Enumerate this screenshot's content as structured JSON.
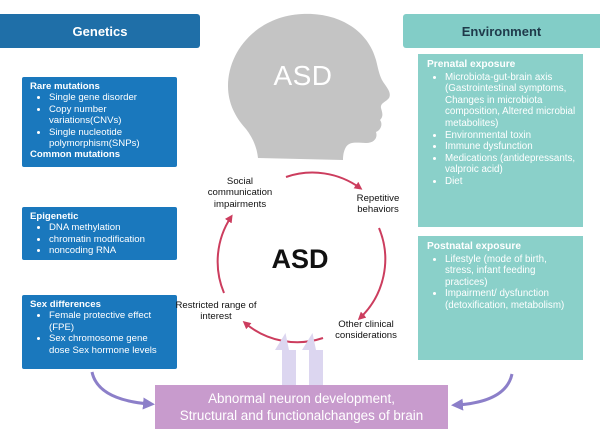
{
  "genetics": {
    "header": "Genetics",
    "rare_mutations": {
      "title": "Rare mutations",
      "items": [
        "Single gene disorder",
        "Copy number variations(CNVs)",
        "Single nucleotide polymorphism(SNPs)"
      ],
      "footer": "Common mutations"
    },
    "epigenetic": {
      "title": "Epigenetic",
      "items": [
        "DNA methylation",
        "chromatin modification",
        "noncoding RNA"
      ]
    },
    "sex_differences": {
      "title": "Sex differences",
      "items": [
        "Female protective effect (FPE)",
        "Sex chromosome gene dose Sex hormone levels"
      ]
    }
  },
  "environment": {
    "header": "Environment",
    "prenatal": {
      "title": "Prenatal exposure",
      "items": [
        "Microbiota-gut-brain axis (Gastrointestinal symptoms, Changes in microbiota composition, Altered microbial metabolites)",
        "Environmental toxin",
        "Immune dysfunction",
        "Medications (antidepressants, valproic acid)",
        "Diet"
      ]
    },
    "postnatal": {
      "title": "Postnatal exposure",
      "items": [
        "Lifestyle (mode of birth, stress, infant feeding practices)",
        "Impairment/ dysfunction (detoxification, metabolism)"
      ]
    }
  },
  "head": {
    "label": "ASD"
  },
  "cycle": {
    "center": "ASD",
    "social": "Social communication impairments",
    "repetitive": "Repetitive behaviors",
    "clinical": "Other clinical considerations",
    "restricted": "Restricted range of interest"
  },
  "bottom": {
    "line1": "Abnormal neuron development,",
    "line2": "Structural and functionalchanges of brain"
  },
  "colors": {
    "genetics_blue": "#1a78bd",
    "genetics_header": "#1f6fa8",
    "env_teal": "#8ad0c9",
    "cycle_red": "#cc3d5e",
    "bottom_purple": "#c89bcd",
    "arrow_purple": "#8c7fc9",
    "head_gray": "#c4c4c4"
  }
}
